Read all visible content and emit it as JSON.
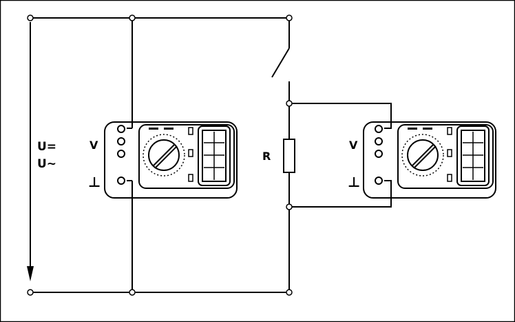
{
  "labels": {
    "source_dc": "U=",
    "source_ac": "U~",
    "meter1_volt": "V",
    "meter1_ground": "⊥",
    "resistor": "R",
    "meter2_volt": "V",
    "meter2_ground": "⊥"
  },
  "colors": {
    "line": "#000000",
    "background": "#ffffff"
  }
}
